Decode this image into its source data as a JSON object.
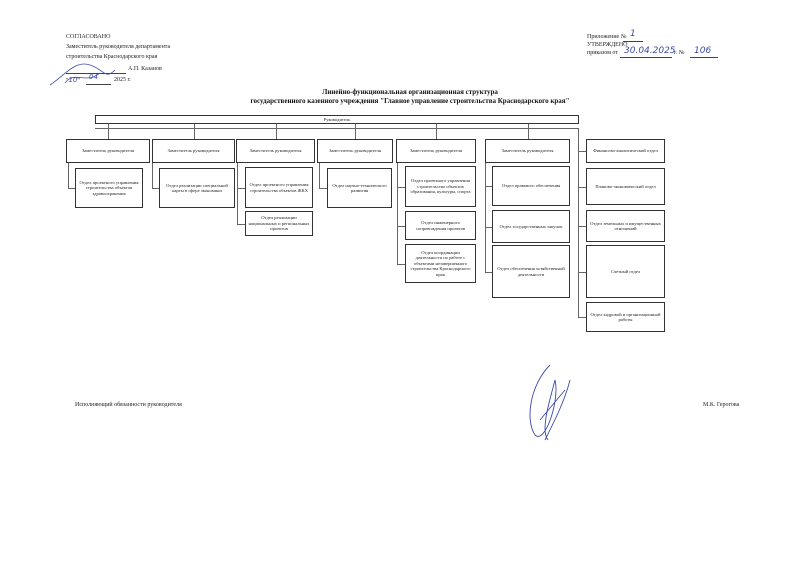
{
  "approval": {
    "agreed": "СОГЛАСОВАНО",
    "position_line1": "Заместитель руководителя департамента",
    "position_line2": "строительства Краснодарского края",
    "name": "А.П. Казанов",
    "date_day": "10",
    "date_month": "04",
    "date_year": "2025 г."
  },
  "approved": {
    "appendix_label": "Приложение №",
    "appendix_number": "1",
    "approved_label": "УТВЕРЖДЕНО",
    "order_label": "приказом от",
    "order_date": "30.04.2025",
    "order_no_label": "г. №",
    "order_number": "106"
  },
  "title": {
    "line1": "Линейно-функциональная организационная структура",
    "line2": "государственного казенного учреждения \"Главное управление строительства Краснодарского края\""
  },
  "head": "Руководитель",
  "columns": [
    {
      "title": "Заместитель руководителя",
      "children": [
        "Отдел проектного управления строительства объектов здравоохранения"
      ]
    },
    {
      "title": "Заместитель руководителя",
      "children": [
        "Отдел реализации специальной карты в сфере экономики"
      ]
    },
    {
      "title": "Заместитель руководителя",
      "children": [
        "Отдел проектного управления строительства объектов ЖКХ",
        "Отдел реализации национальных и региональных проектов"
      ]
    },
    {
      "title": "Заместитель руководителя",
      "children": [
        "Отдел научно-технического развития"
      ]
    },
    {
      "title": "Заместитель руководителя",
      "children": [
        "Отдел проектного управления строительства объектов образования, культуры, спорта",
        "Отдел инженерного сопровождения проектов",
        "Отдел координации деятельности по работе с объектами незавершенного строительства Краснодарского края"
      ]
    },
    {
      "title": "Заместитель руководителя",
      "children": [
        "Отдел правового обеспечения",
        "Отдел государственных закупок",
        "Отдел обеспечения хозяйственной деятельности"
      ]
    },
    {
      "title": "Финансово-аналитический отдел",
      "children": [
        "Планово-экономический отдел",
        "Отдел земельных и имущественных отношений",
        "Счетный отдел",
        "Отдел кадровой и организационной работы"
      ]
    }
  ],
  "footer": {
    "position": "Исполняющий обязанности руководителя",
    "name": "М.К. Герогова"
  }
}
